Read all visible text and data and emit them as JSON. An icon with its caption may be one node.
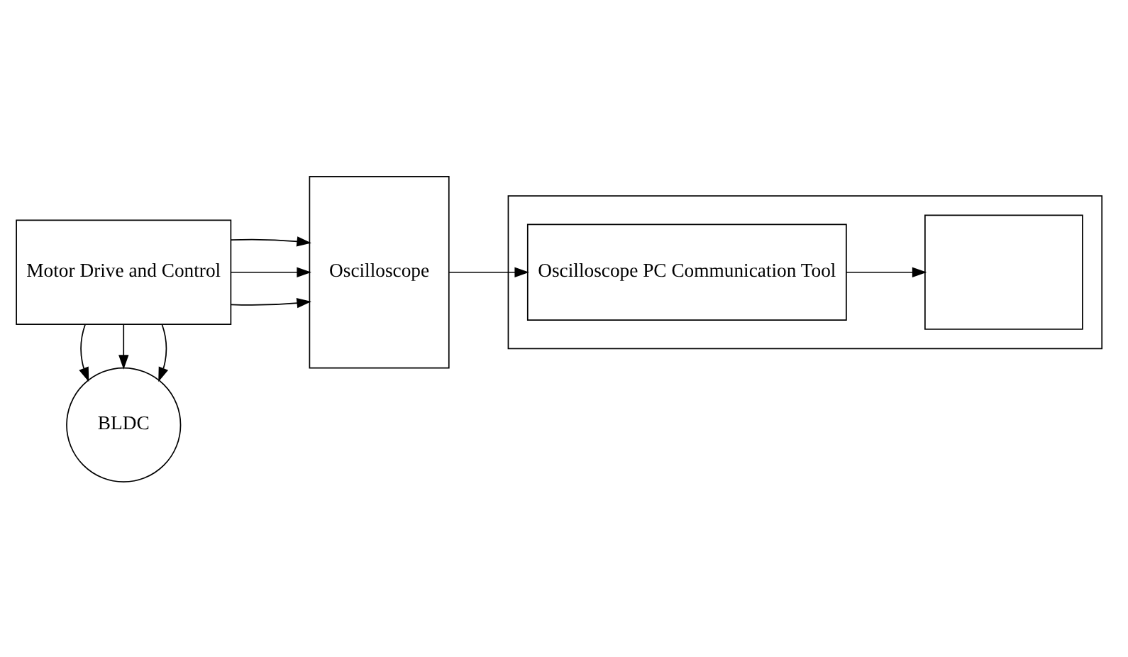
{
  "diagram": {
    "nodes": [
      {
        "text": [
          "BLDC"
        ]
      },
      {
        "text": [
          "Oscilloscope"
        ]
      },
      {
        "text": [],
        "shape": "box"
      },
      {
        "text": [
          "Oscilloscope PC Communication Tool"
        ],
        "in": 2
      },
      {
        "text": [],
        "shape": "box",
        "in": 2
      },
      {
        "text": [
          "Motor Drive and Control"
        ]
      }
    ],
    "edges": [
      {
        "from": 5,
        "to": 0,
        "arrow": "to"
      },
      {
        "from": 5,
        "to": 0,
        "arrow": "to"
      },
      {
        "from": 5,
        "to": 0,
        "arrow": "to"
      },
      {
        "from": 5,
        "to": 1,
        "arrow": "to"
      },
      {
        "from": 5,
        "to": 1,
        "arrow": "to"
      },
      {
        "from": 5,
        "to": 1,
        "arrow": "to"
      },
      {
        "from": 1,
        "to": 3,
        "arrow": "to"
      },
      {
        "from": 3,
        "to": 4,
        "arrow": "to"
      }
    ]
  }
}
